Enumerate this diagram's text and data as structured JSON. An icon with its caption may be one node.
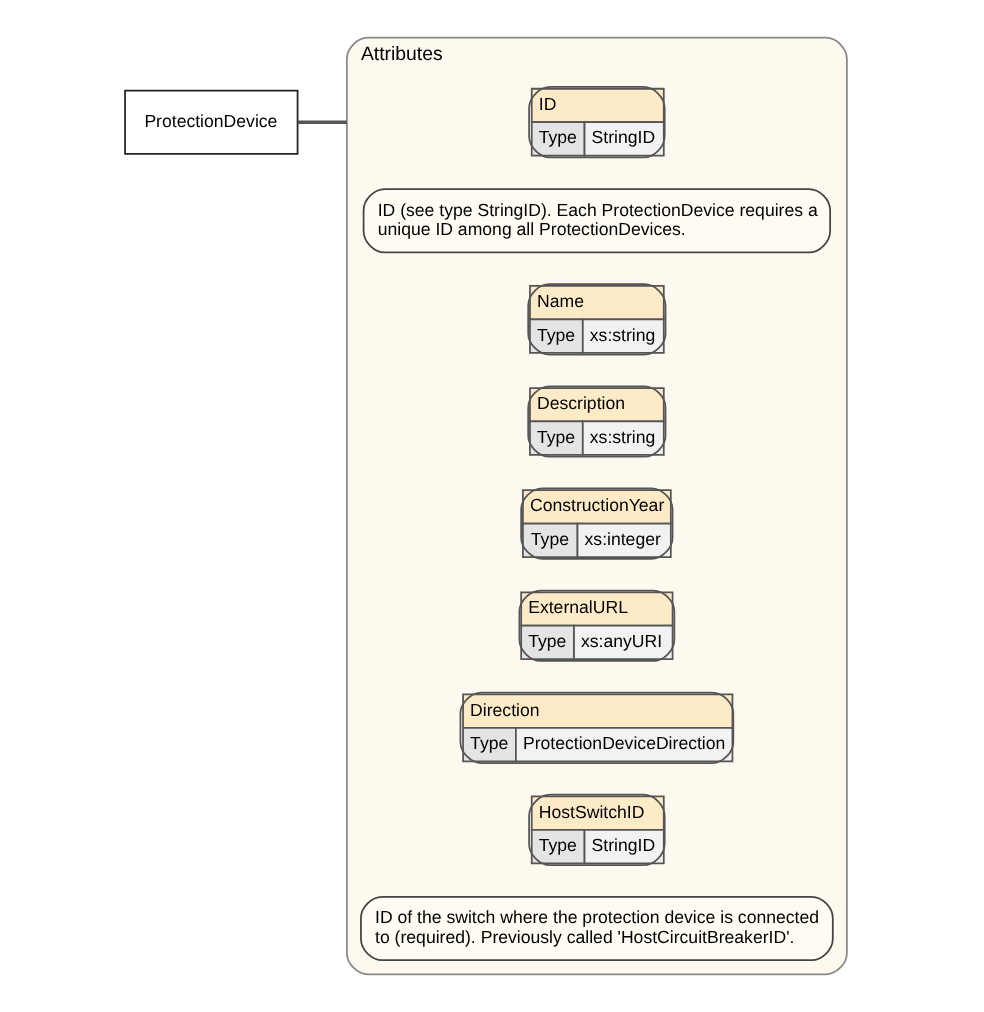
{
  "diagram": {
    "nodes": [
      {
        "text": [
          "ProtectionDevice"
        ]
      },
      {
        "text": [
          "Attributes"
        ]
      },
      {
        "text": [
          "ID",
          "Type",
          "StringID"
        ],
        "in": 1,
        "beside": [
          "ID (see type StringID). Each ProtectionDevice requires a unique ID among all ProtectionDevices."
        ]
      },
      {
        "text": [
          "Name",
          "Type",
          "xs:string"
        ],
        "in": 1
      },
      {
        "text": [
          "Description",
          "Type",
          "xs:string"
        ],
        "in": 1
      },
      {
        "text": [
          "ConstructionYear",
          "Type",
          "xs:integer"
        ],
        "in": 1
      },
      {
        "text": [
          "ExternalURL",
          "Type",
          "xs:anyURI"
        ],
        "in": 1
      },
      {
        "text": [
          "Direction",
          "Type",
          "ProtectionDeviceDirection"
        ],
        "in": 1
      },
      {
        "text": [
          "HostSwitchID",
          "Type",
          "StringID"
        ],
        "in": 1,
        "beside": [
          "ID of the switch where the protection device is connected to (required). Previously called 'HostCircuitBreakerID'."
        ]
      }
    ],
    "edges": [
      {
        "from": 0,
        "to": 1,
        "arrow": "none"
      }
    ]
  }
}
